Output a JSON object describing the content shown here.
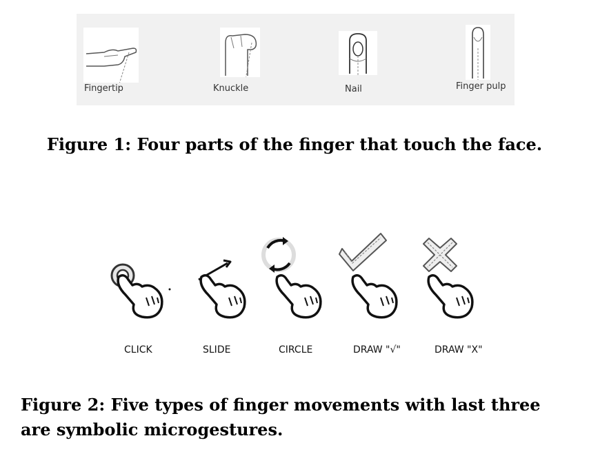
{
  "figure1": {
    "parts": [
      {
        "label": "Fingertip",
        "icon": "fingertip-hand-icon"
      },
      {
        "label": "Knuckle",
        "icon": "knuckle-hand-icon"
      },
      {
        "label": "Nail",
        "icon": "nail-finger-icon"
      },
      {
        "label": "Finger pulp",
        "icon": "finger-pulp-icon"
      }
    ],
    "caption": "Figure 1: Four parts of the finger that touch the face."
  },
  "figure2": {
    "gestures": [
      {
        "label": "CLICK",
        "icon": "click-gesture-icon"
      },
      {
        "label": "SLIDE",
        "icon": "slide-gesture-icon"
      },
      {
        "label": "CIRCLE",
        "icon": "circle-gesture-icon"
      },
      {
        "label": "DRAW  \"√\"",
        "icon": "draw-check-gesture-icon"
      },
      {
        "label": "DRAW \"X\"",
        "icon": "draw-x-gesture-icon"
      }
    ],
    "caption": "Figure 2: Five types of finger movements with last three are symbolic microgestures."
  }
}
